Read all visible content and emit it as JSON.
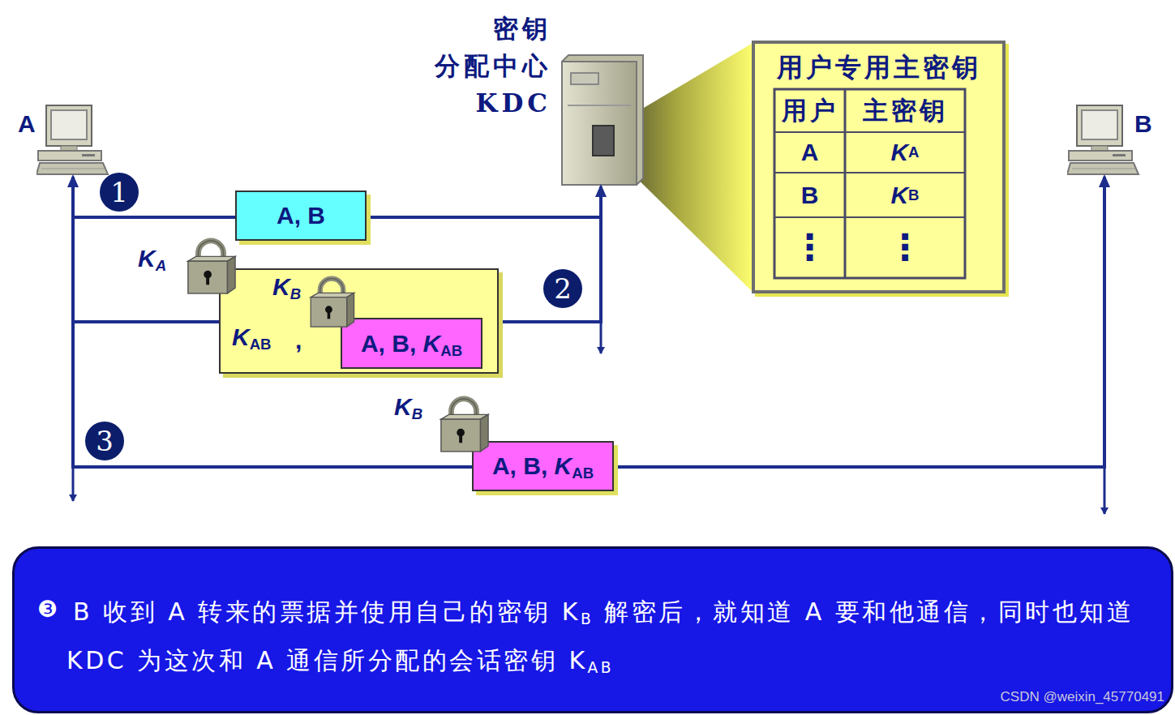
{
  "diagram": {
    "nodes": [
      {
        "text": [
          "A"
        ]
      },
      {
        "text": [
          "密钥 分配中心 KDC"
        ]
      },
      {
        "text": [
          "用户专用主密钥"
        ]
      },
      {
        "text": [
          "B"
        ]
      },
      {
        "text": [
          "A, B"
        ]
      },
      {
        "text": [
          "KB",
          "KAB",
          ","
        ]
      },
      {
        "text": [
          "A, B, KAB"
        ],
        "in": 5
      },
      {
        "text": [
          "A, B, KAB"
        ]
      },
      {
        "text": [
          "❸",
          "B 收到 A 转来的票据并使用自己的密钥 KB 解密后，就知道 A 要和他通信，同时也知道 KDC 为这次和 A 通信所分配的会话密钥 KAB"
        ]
      }
    ],
    "edges": [
      {
        "from": 0,
        "to": 1,
        "arrow": "to"
      },
      {
        "from": 1,
        "to": 0,
        "arrow": "to"
      },
      {
        "from": 0,
        "to": 3,
        "arrow": "to"
      }
    ],
    "labels": [
      "KA",
      "KB",
      "1",
      "2",
      "3",
      "用户",
      "主密钥",
      "A",
      "KA",
      "B",
      "KB",
      "⋮",
      "⋮",
      "CSDN @weixin_45770491"
    ]
  }
}
